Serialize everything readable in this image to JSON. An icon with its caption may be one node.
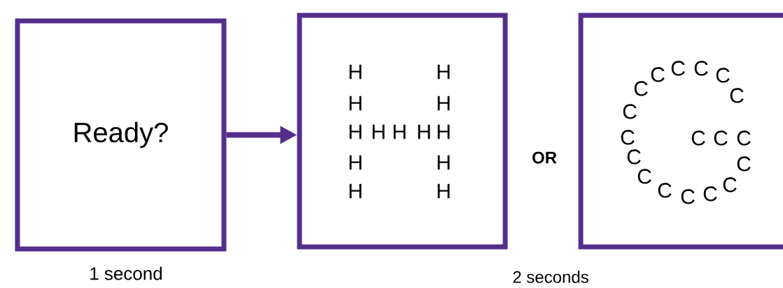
{
  "diagram": {
    "nodes": [
      {
        "text": [
          "Ready?"
        ],
        "beside": [
          "1 second"
        ]
      },
      {
        "text": [
          "H",
          "H",
          "H",
          "H",
          "H",
          "H",
          "H",
          "H",
          "H",
          "H",
          "H",
          "H",
          "H"
        ]
      },
      {
        "text": [
          "C",
          "C",
          "C",
          "C",
          "C",
          "C",
          "C",
          "C",
          "C",
          "C",
          "C",
          "C",
          "C",
          "C",
          "C",
          "C",
          "C",
          "C"
        ]
      }
    ],
    "edges": [
      {
        "from": 0,
        "to": 1,
        "arrow": "to"
      }
    ],
    "labels": [
      "OR",
      "2 seconds"
    ]
  }
}
